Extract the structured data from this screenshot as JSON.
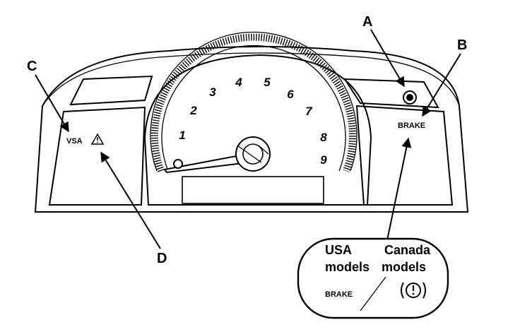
{
  "callouts": {
    "a": "A",
    "b": "B",
    "c": "C",
    "d": "D"
  },
  "dial_numbers": [
    "1",
    "2",
    "3",
    "4",
    "5",
    "6",
    "7",
    "8",
    "9"
  ],
  "indicators": {
    "vsa": "VSA",
    "brake": "BRAKE"
  },
  "inset": {
    "usa_line1": "USA",
    "usa_line2": "models",
    "canada_line1": "Canada",
    "canada_line2": "models",
    "usa_indicator": "BRAKE"
  },
  "icons": {
    "low_tire_pressure": "tire-pressure-warning-icon",
    "warning_triangle": "warning-triangle-icon",
    "brake_symbol": "brake-system-icon"
  },
  "colors": {
    "line": "#000000",
    "background": "#ffffff"
  }
}
